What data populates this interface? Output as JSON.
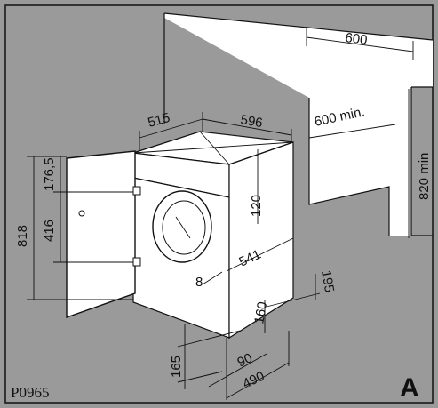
{
  "figure_code": "P0965",
  "panel_letter": "A",
  "colors": {
    "background": "#9a9a9a",
    "drawing_fill": "#ffffff",
    "line": "#111111"
  },
  "dimensions": {
    "top_depth": "515",
    "top_width": "596",
    "niche_width": "600",
    "niche_width_min": "600 min.",
    "niche_height_min": "820 min",
    "top_offset": "176,5",
    "door_height": "818",
    "hinge_spacing": "416",
    "top_clearance": "120",
    "machine_depth": "541",
    "door_offset": "8",
    "plinth_195": "195",
    "plinth_160": "160",
    "foot_165": "165",
    "foot_90": "90",
    "base_490": "490"
  }
}
